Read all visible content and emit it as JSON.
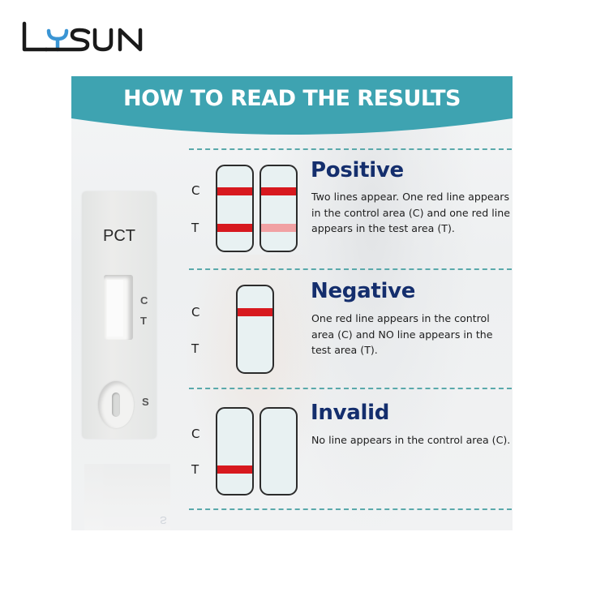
{
  "brand": {
    "logo_text": "LYSUN",
    "logo_color": "#1a1a1a",
    "logo_accent_color": "#3a95d4"
  },
  "banner": {
    "title": "HOW TO READ THE RESULTS",
    "color": "#3ea3b1"
  },
  "cassette": {
    "label": "PCT",
    "marks": {
      "c": "C",
      "t": "T",
      "s": "S"
    },
    "reflection_mark": "S"
  },
  "results": [
    {
      "title": "Positive",
      "description": "Two lines appear. One red line appears in the control area (C) and one red line appears in the test area (T).",
      "labels": {
        "c": "C",
        "t": "T"
      }
    },
    {
      "title": "Negative",
      "description": "One red line appears in the control area (C) and NO line appears in the test area (T).",
      "labels": {
        "c": "C",
        "t": "T"
      }
    },
    {
      "title": "Invalid",
      "description": "No line appears in the control area (C).",
      "labels": {
        "c": "C",
        "t": "T"
      }
    }
  ],
  "colors": {
    "title_navy": "#142e6d",
    "line_red": "#d7191f",
    "line_faint": "#f1a1a3",
    "divider": "#5aa9ab",
    "strip_fill": "#e8f1f2"
  }
}
